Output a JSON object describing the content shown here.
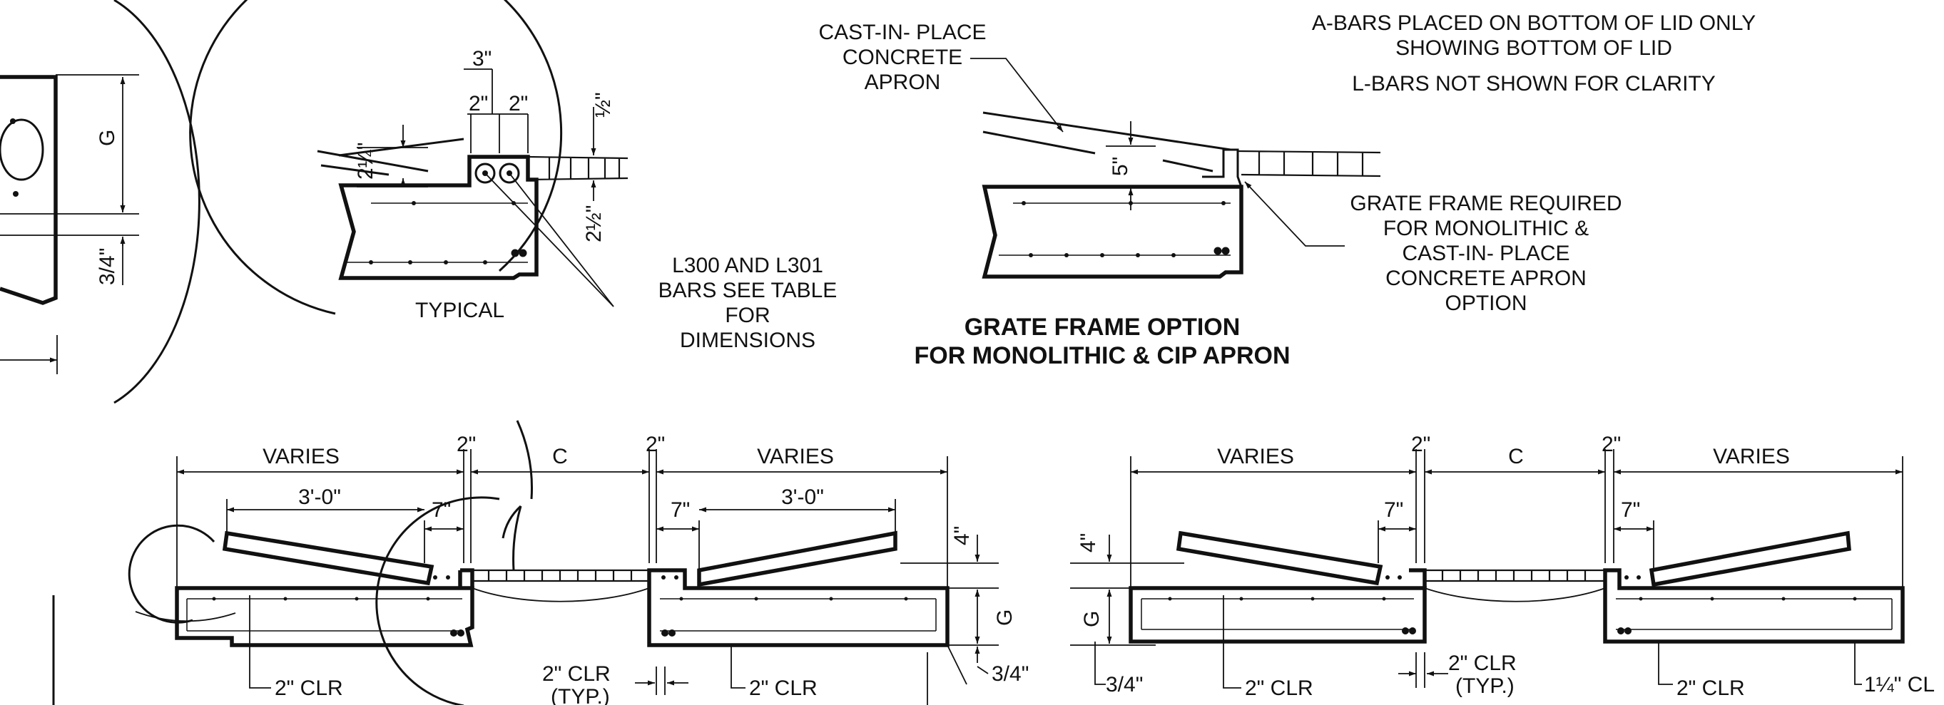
{
  "notes": {
    "a_bars_line1": "A-BARS PLACED ON BOTTOM OF LID ONLY",
    "a_bars_line2": "SHOWING BOTTOM OF LID",
    "l_bars": "L-BARS NOT SHOWN FOR CLARITY"
  },
  "labels": {
    "cast_in_place_1": "CAST-IN- PLACE",
    "cast_in_place_2": "CONCRETE",
    "cast_in_place_3": "APRON",
    "grate_frame_1": "GRATE FRAME REQUIRED",
    "grate_frame_2": "FOR MONOLITHIC &",
    "grate_frame_3": "CAST-IN- PLACE",
    "grate_frame_4": "CONCRETE APRON",
    "grate_frame_5": "OPTION",
    "l300_1": "L300 AND L301",
    "l300_2": "BARS SEE TABLE",
    "l300_3": "FOR",
    "l300_4": "DIMENSIONS",
    "typical": "TYPICAL",
    "title_line1": "GRATE FRAME OPTION",
    "title_line2": "FOR MONOLITHIC & CIP APRON"
  },
  "dims": {
    "g": "G",
    "three_quarter": "3/4\"",
    "three_in": "3\"",
    "two_in": "2\"",
    "half_in": "½\"",
    "two_quarter": "2¼\"",
    "two_half": "2½\"",
    "five_in": "5\"",
    "varies": "VARIES",
    "c": "C",
    "three_ft": "3'-0\"",
    "seven_in": "7\"",
    "four_in": "4\"",
    "clr": "2\" CLR",
    "clr_typ_1": "2\" CLR",
    "clr_typ_2": "(TYP.)",
    "three_quarter_b": "3/4\"",
    "one_quarter_clr": "1¼\" CL"
  }
}
